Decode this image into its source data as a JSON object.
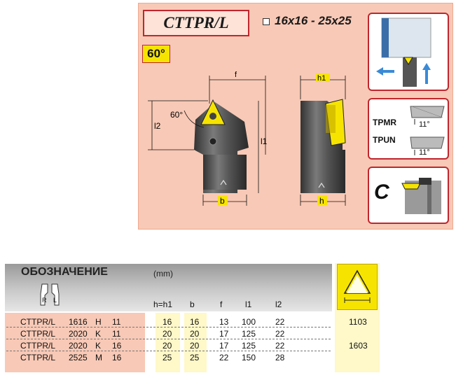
{
  "header": {
    "code": "CTTPR/L",
    "size_range": "16x16 - 25x25",
    "angle": "60°"
  },
  "drawing": {
    "labels": {
      "f": "f",
      "h1": "h1",
      "angle": "60°",
      "l2": "l2",
      "l1": "l1",
      "b": "b",
      "h": "h"
    }
  },
  "inserts": {
    "type1": "TPMR",
    "type2": "TPUN",
    "angle1": "11°",
    "angle2": "11°",
    "clamp": "C"
  },
  "table": {
    "title": "ОБОЗНАЧЕНИЕ",
    "unit": "(mm)",
    "columns": [
      "h=h1",
      "b",
      "f",
      "l1",
      "l2"
    ],
    "rows": [
      {
        "designation": [
          "CTTPR/L",
          "1616",
          "H",
          "11"
        ],
        "values": [
          "16",
          "16",
          "13",
          "100",
          "22"
        ],
        "insert": "1103"
      },
      {
        "designation": [
          "CTTPR/L",
          "2020",
          "K",
          "11"
        ],
        "values": [
          "20",
          "20",
          "17",
          "125",
          "22"
        ],
        "insert": ""
      },
      {
        "designation": [
          "CTTPR/L",
          "2020",
          "K",
          "16"
        ],
        "values": [
          "20",
          "20",
          "17",
          "125",
          "22"
        ],
        "insert": "1603"
      },
      {
        "designation": [
          "CTTPR/L",
          "2525",
          "M",
          "16"
        ],
        "values": [
          "25",
          "25",
          "22",
          "150",
          "28"
        ],
        "insert": ""
      }
    ],
    "hand_labels": [
      "R",
      "L"
    ]
  },
  "colors": {
    "card": "#f8c9b6",
    "accent": "#c0262d",
    "yellow": "#f6e400"
  }
}
